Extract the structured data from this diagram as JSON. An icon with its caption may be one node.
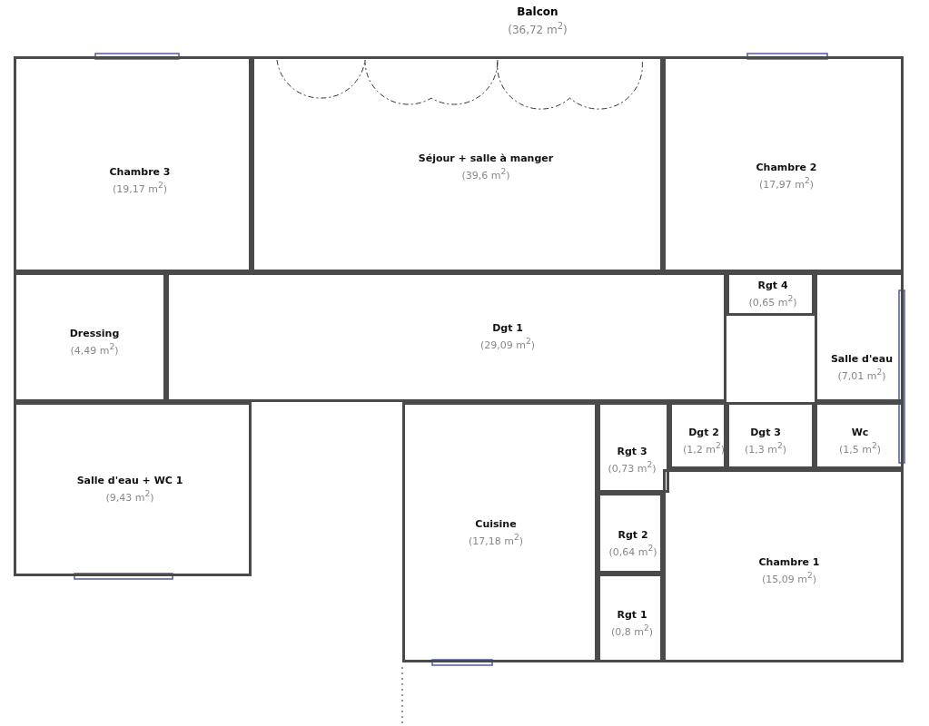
{
  "diagram": {
    "nodes": [
      {
        "text": [
          "Chambre 3",
          "(19,17 m$^{2}$)"
        ]
      },
      {
        "text": [
          "Séjour + salle à manger",
          "(39,6 m$^{2}$)"
        ]
      },
      {
        "text": [
          "Chambre 2",
          "(17,97 m$^{2}$)"
        ]
      },
      {
        "text": [
          "Rgt 4",
          "(0,65 m$^{2}$)"
        ]
      },
      {
        "text": [
          "Dressing",
          "(4,49 m$^{2}$)"
        ]
      },
      {
        "text": [
          "Dgt 1",
          "(29,09 m$^{2}$)"
        ]
      },
      {
        "text": [
          "Salle d'eau",
          "(7,01 m$^{2}$)"
        ]
      },
      {
        "text": [
          "Dgt 2",
          "(1,2 m$^{2}$)"
        ]
      },
      {
        "text": [
          "Dgt 3",
          "(1,3 m$^{2}$)"
        ]
      },
      {
        "text": [
          "Wc",
          "(1,5 m$^{2}$)"
        ]
      },
      {
        "text": [
          "Rgt 3",
          "(0,73 m$^{2}$)"
        ]
      },
      {
        "text": [
          "Salle d'eau + WC 1",
          "(9,43 m$^{2}$)"
        ]
      },
      {
        "text": [
          "Cuisine",
          "(17,18 m$^{2}$)"
        ]
      },
      {
        "text": [
          "Rgt 2",
          "(0,64 m$^{2}$)"
        ]
      },
      {
        "text": [
          "Chambre 1",
          "(15,09 m$^{2}$)"
        ]
      },
      {
        "text": [
          "Rgt 1",
          "(0,8 m$^{2}$)"
        ]
      }
    ],
    "labels": [
      "Balcon",
      "(36,72 m$^{2}$)"
    ]
  }
}
